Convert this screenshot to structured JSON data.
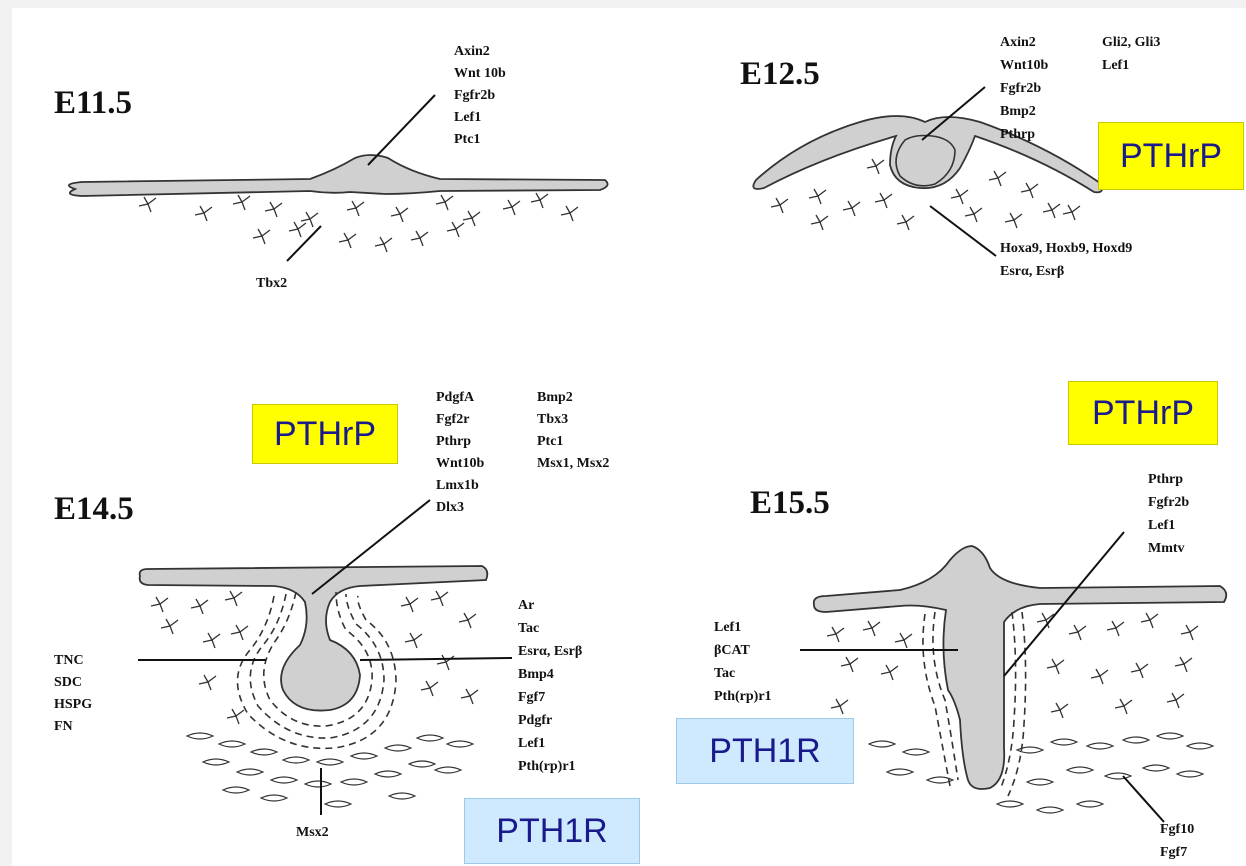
{
  "stages": {
    "e11": "E11.5",
    "e12": "E12.5",
    "e14": "E14.5",
    "e15": "E15.5"
  },
  "e11": {
    "genes_top": [
      "Axin2",
      "Wnt 10b",
      "Fgfr2b",
      "Lef1",
      "Ptc1"
    ],
    "genes_mesenchyme": [
      "Tbx2"
    ]
  },
  "e12": {
    "genes_top_col1": [
      "Axin2",
      "Wnt10b",
      "Fgfr2b",
      "Bmp2",
      "Pthrp"
    ],
    "genes_top_col2": [
      "Gli2, Gli3",
      "Lef1"
    ],
    "genes_bottom": [
      "Hoxa9, Hoxb9, Hoxd9",
      "Esrα, Esrβ"
    ]
  },
  "e14": {
    "genes_top_col1": [
      "PdgfA",
      "Fgf2r",
      "Pthrp",
      "Wnt10b",
      "Lmx1b",
      "Dlx3"
    ],
    "genes_top_col2": [
      "Bmp2",
      "Tbx3",
      "Ptc1",
      "Msx1, Msx2"
    ],
    "genes_left": [
      "TNC",
      "SDC",
      "HSPG",
      "FN"
    ],
    "genes_right": [
      "Ar",
      "Tac",
      "Esrα, Esrβ",
      "Bmp4",
      "Fgf7",
      "Pdgfr",
      "Lef1",
      "Pth(rp)r1"
    ],
    "genes_bottom": [
      "Msx2"
    ]
  },
  "e15": {
    "genes_top": [
      "Pthrp",
      "Fgfr2b",
      "Lef1",
      "Mmtv"
    ],
    "genes_left": [
      "Lef1",
      "βCAT",
      "Tac",
      "Pth(rp)r1"
    ],
    "genes_bottom": [
      "Fgf10",
      "Fgf7"
    ]
  },
  "callouts": {
    "pthrp_e12": "PTHrP",
    "pthrp_e14": "PTHrP",
    "pthrp_e15": "PTHrP",
    "pth1r_e15": "PTH1R",
    "pth1r_e14": "PTH1R"
  },
  "colors": {
    "callout_yellow": "#ffff00",
    "callout_blue": "#cfeaff",
    "callout_text": "#1a1a8c",
    "tissue_fill": "#d0d0d0"
  }
}
